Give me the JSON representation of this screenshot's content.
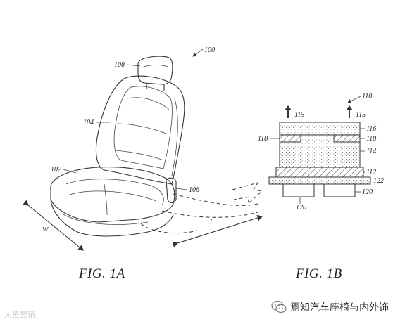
{
  "figures": {
    "fig_1a": {
      "caption": "FIG. 1A",
      "refs": {
        "seat_assembly": "100",
        "headrest": "108",
        "seatback": "104",
        "seat_cushion": "102",
        "airflow_outlet": "106"
      },
      "dims": {
        "width": "W",
        "length": "L"
      }
    },
    "fig_1b": {
      "caption": "FIG. 1B",
      "refs": {
        "assembly": "110",
        "airflow_left": "115",
        "airflow_right": "115",
        "top_layer": "116",
        "vent_left": "118",
        "vent_right": "118",
        "middle_layer": "114",
        "base_layer": "112",
        "plate": "122",
        "fan_right": "120",
        "fan_left": "120"
      }
    }
  },
  "watermarks": {
    "left": "大鱼营销",
    "right": "焉知汽车座椅与内外饰"
  }
}
